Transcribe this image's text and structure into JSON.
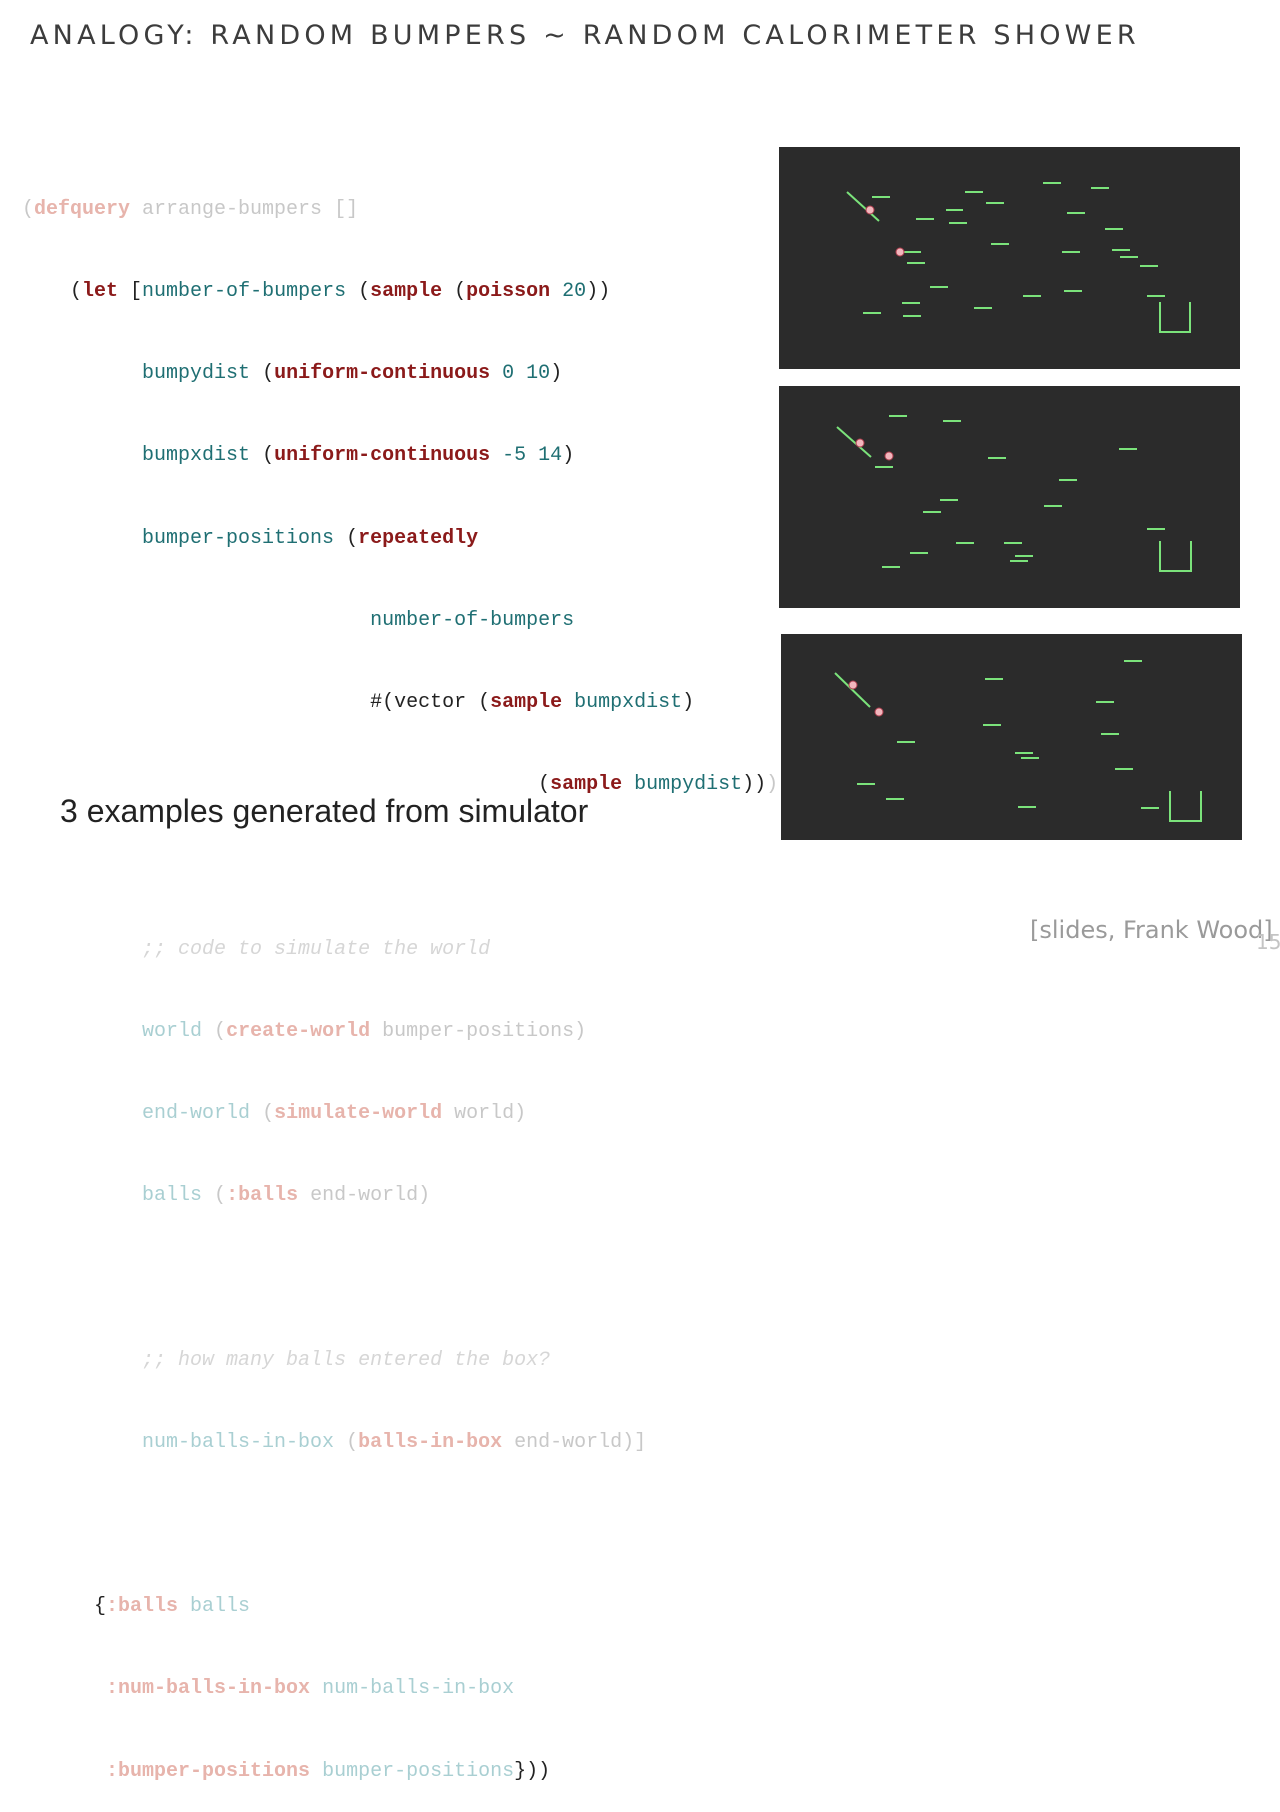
{
  "title": "ANALOGY: RANDOM BUMPERS ~ RANDOM CALORIMETER SHOWER",
  "code": {
    "l1": [
      "(",
      "defquery",
      " arrange-bumpers []"
    ],
    "l2": [
      "    (",
      "let",
      " [",
      "number-of-bumpers",
      " (",
      "sample",
      " (",
      "poisson",
      " ",
      "20",
      "))"
    ],
    "l3": [
      "          ",
      "bumpydist",
      " (",
      "uniform-continuous",
      " ",
      "0",
      " ",
      "10",
      ")"
    ],
    "l4": [
      "          ",
      "bumpxdist",
      " (",
      "uniform-continuous",
      " ",
      "-5",
      " ",
      "14",
      ")"
    ],
    "l5": [
      "          ",
      "bumper-positions",
      " (",
      "repeatedly"
    ],
    "l6": [
      "                             ",
      "number-of-bumpers"
    ],
    "l7": [
      "                             ",
      "#(vector",
      " (",
      "sample",
      " ",
      "bumpxdist",
      ")"
    ],
    "l8": [
      "                                           (",
      "sample",
      " ",
      "bumpydist",
      "))",
      ")"
    ],
    "l9": [
      "          ",
      ";; code to simulate the world"
    ],
    "l10": [
      "          ",
      "world",
      " (",
      "create-world",
      " bumper-positions)"
    ],
    "l11": [
      "          ",
      "end-world",
      " (",
      "simulate-world",
      " world)"
    ],
    "l12": [
      "          ",
      "balls",
      " (",
      ":balls",
      " end-world)"
    ],
    "l13": [
      "          ",
      ";; how many balls entered the box?"
    ],
    "l14": [
      "          ",
      "num-balls-in-box",
      " (",
      "balls-in-box",
      " end-world)]"
    ],
    "l15": [
      "      ",
      "{",
      ":balls",
      " balls"
    ],
    "l16": [
      "       ",
      ":num-balls-in-box",
      " num-balls-in-box"
    ],
    "l17": [
      "       ",
      ":bumper-positions",
      " bumper-positions",
      "}))"
    ]
  },
  "caption": "3 examples generated from simulator",
  "credit": "[slides, Frank Wood]",
  "page_number": "15",
  "colors": {
    "panel_bg": "#2b2b2b",
    "bumper": "#7be37b",
    "ball_fill": "#f2b6bd",
    "ball_stroke": "#b04050",
    "keyword": "#8b1a1a",
    "symbol": "#1f6f73"
  }
}
